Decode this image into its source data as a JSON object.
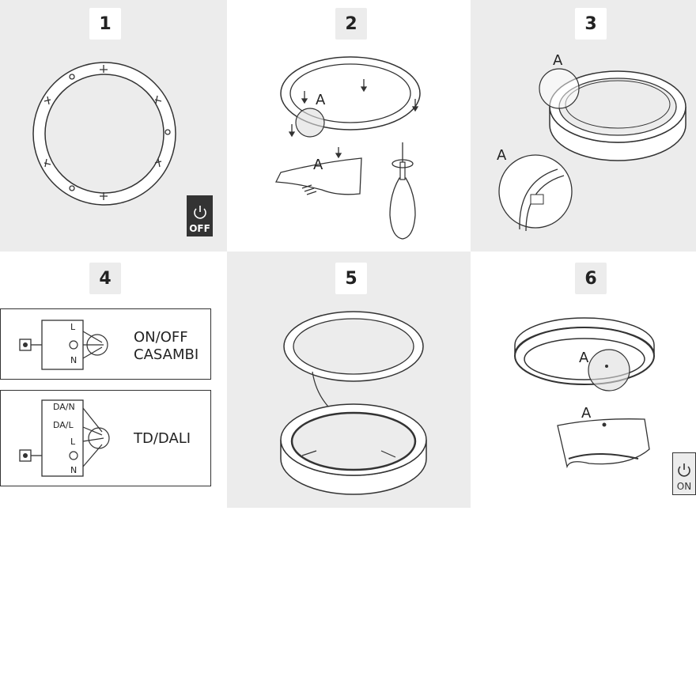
{
  "steps": [
    {
      "number": "1",
      "callout": "",
      "power": "OFF"
    },
    {
      "number": "2",
      "callout": "A",
      "callout_detail": "A"
    },
    {
      "number": "3",
      "callout": "A",
      "callout_detail": "A"
    },
    {
      "number": "4",
      "wiring": [
        {
          "terminals": [
            "L",
            "N"
          ],
          "mode": [
            "ON/OFF",
            "CASAMBI"
          ]
        },
        {
          "terminals": [
            "DA/N",
            "DA/L",
            "L",
            "N"
          ],
          "mode": [
            "TD/DALI"
          ]
        }
      ]
    },
    {
      "number": "5"
    },
    {
      "number": "6",
      "callout": "A",
      "callout_detail": "A",
      "power": "ON"
    }
  ],
  "colors": {
    "panel_gray": "#ececec",
    "power_off_bg": "#333333",
    "power_on_bg": "#ececec",
    "line": "#333333"
  }
}
